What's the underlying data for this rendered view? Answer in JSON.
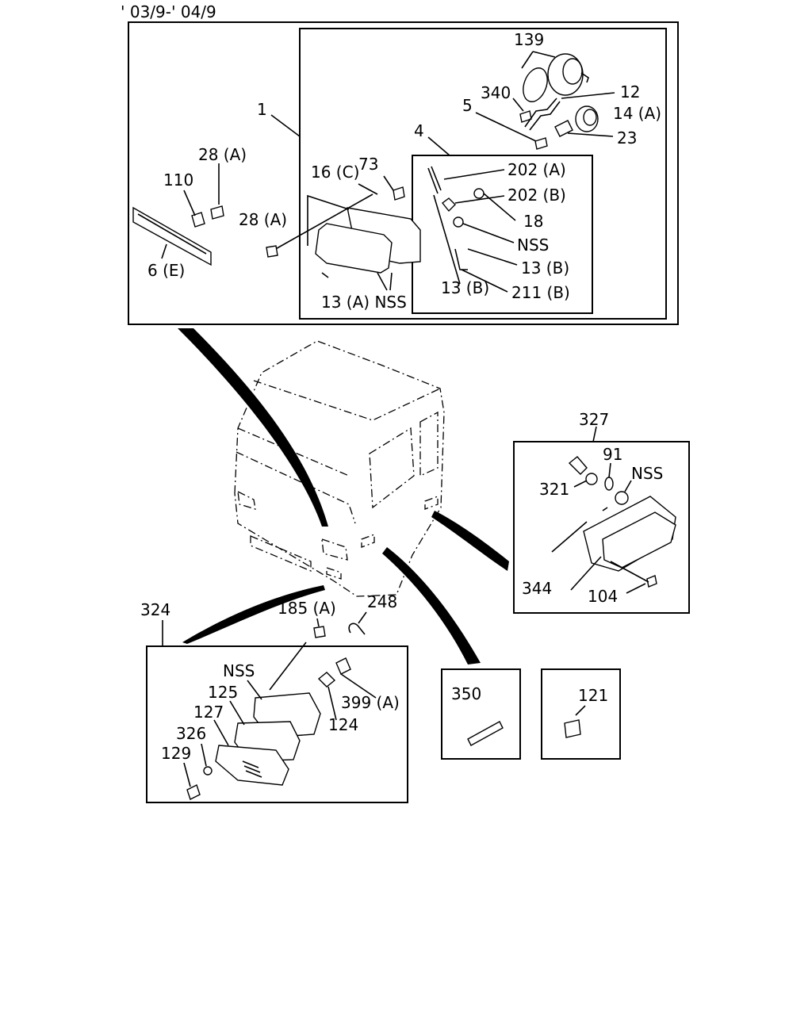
{
  "header": {
    "date_range": "' 03/9-' 04/9"
  },
  "labels": {
    "l1": "1",
    "l4": "4",
    "l5": "5",
    "l6e": "6 (E)",
    "l12": "12",
    "l13a_nss": "13 (A) NSS",
    "l13b_a": "13 (B)",
    "l13b_b": "13 (B)",
    "l14a": "14 (A)",
    "l16c": "16 (C)",
    "l18": "18",
    "l23": "23",
    "l28a_a": "28 (A)",
    "l28a_b": "28 (A)",
    "l73": "73",
    "l110": "110",
    "l139": "139",
    "l202a": "202 (A)",
    "l202b": "202 (B)",
    "l211b": "211 (B)",
    "l340": "340",
    "nss1": "NSS",
    "l327": "327",
    "l91": "91",
    "nss2": "NSS",
    "l321": "321",
    "l344": "344",
    "l104": "104",
    "l324": "324",
    "l185a": "185 (A)",
    "l248": "248",
    "nss3": "NSS",
    "l125": "125",
    "l127": "127",
    "l326": "326",
    "l129": "129",
    "l124": "124",
    "l399a": "399 (A)",
    "l350": "350",
    "l121": "121"
  }
}
